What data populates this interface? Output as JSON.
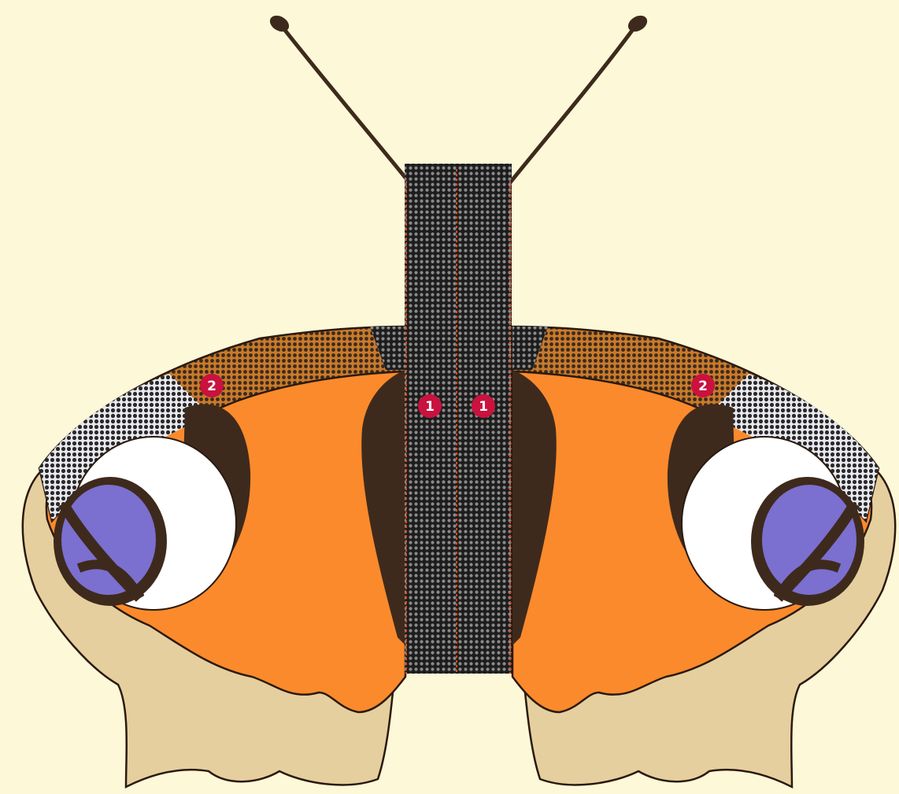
{
  "colors": {
    "background": "#fdf8d8",
    "hindwing": "#e6cf9e",
    "forewing": "#fb8a2c",
    "dark": "#3e2a1c",
    "eye_white": "#ffffff",
    "eye_blue": "#7b6fd0",
    "marker": "#c9123e",
    "outline": "#2a1a10"
  },
  "markers": [
    {
      "id": "m1a",
      "label": "1"
    },
    {
      "id": "m1b",
      "label": "1"
    },
    {
      "id": "m2a",
      "label": "2"
    },
    {
      "id": "m2b",
      "label": "2"
    }
  ]
}
